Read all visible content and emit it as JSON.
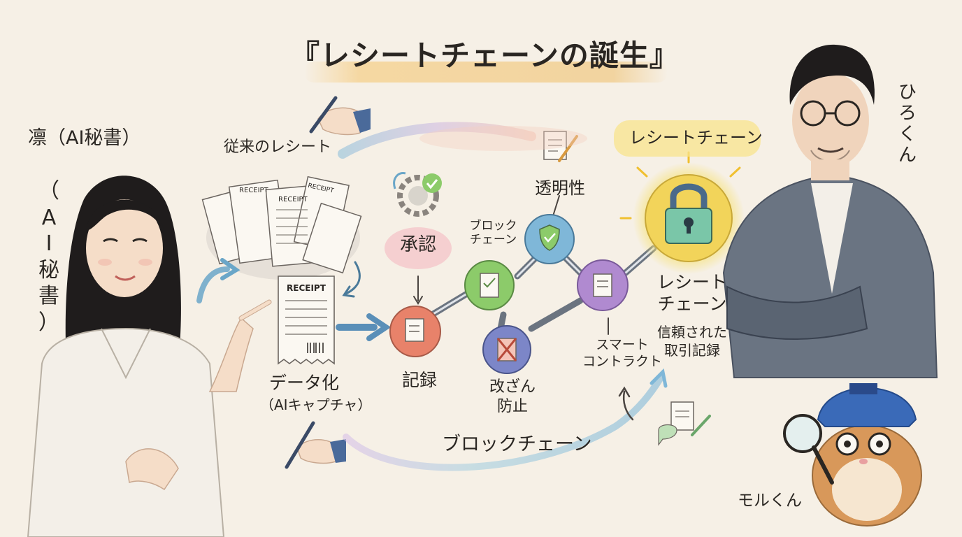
{
  "title": "『レシートチェーンの誕生』",
  "characters": {
    "left_name": "凛（AI秘書）",
    "left_vertical": [
      "（",
      "A",
      "I",
      "秘",
      "書",
      "）"
    ],
    "right_name_vertical": [
      "ひ",
      "ろ",
      "く",
      "ん"
    ],
    "guinea_pig_name": "モルくん"
  },
  "flow": {
    "traditional_receipt": "従来のレシート",
    "digitize": "データ化",
    "ai_capture": "（AIキャプチャ）",
    "record": "記録",
    "approval": "承認",
    "blockchain_label": [
      "ブロック",
      "チェーン"
    ],
    "transparency": "透明性",
    "tamper_proof": [
      "改ざん",
      "防止"
    ],
    "smart_contract": [
      "スマート",
      "コントラクト"
    ],
    "receipt_chain_banner": "レシートチェーン",
    "receipt_chain": [
      "レシート",
      "チェーン"
    ],
    "trusted_record": [
      "信頼された",
      "取引記録"
    ],
    "blockchain_bottom": "ブロックチェーン"
  },
  "receipt_text": {
    "receipt_word": "RECEIPT"
  },
  "colors": {
    "background": "#f6f0e6",
    "node_record": "#e8826a",
    "node_green": "#8ccb6a",
    "node_blue": "#7fb7d8",
    "node_purple": "#b08ad0",
    "node_tamper": "#7c86c8",
    "lock_gold": "#f2d45a",
    "arrow_blue": "#6aa6c8"
  }
}
